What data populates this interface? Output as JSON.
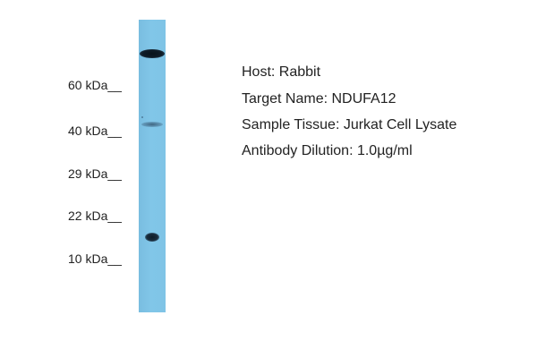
{
  "markers": [
    {
      "label": "60 kDa__"
    },
    {
      "label": "40 kDa__"
    },
    {
      "label": "29 kDa__"
    },
    {
      "label": "22 kDa__"
    },
    {
      "label": "10 kDa__"
    }
  ],
  "info": {
    "host": "Host: Rabbit",
    "target": "Target Name: NDUFA12",
    "tissue": "Sample Tissue: Jurkat Cell Lysate",
    "dilution": "Antibody Dilution: 1.0µg/ml"
  },
  "colors": {
    "lane": "#81c6e8",
    "band": "#0f1c27"
  }
}
